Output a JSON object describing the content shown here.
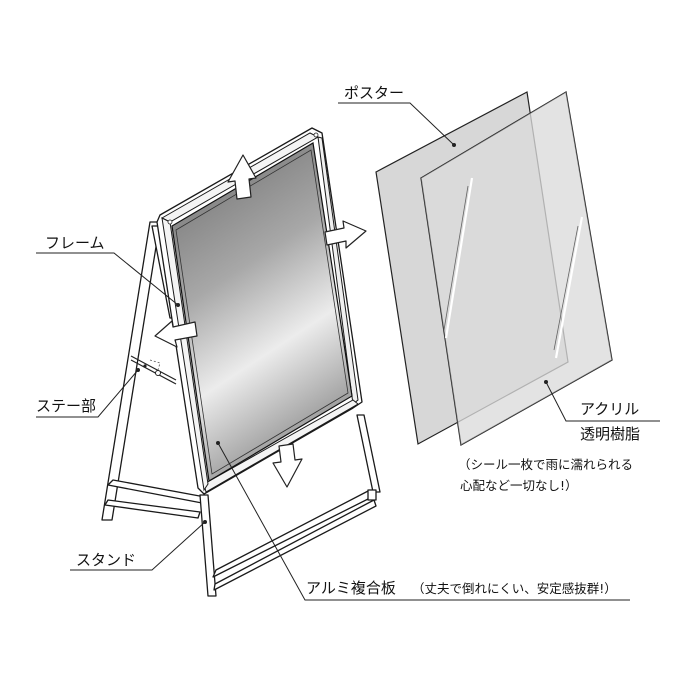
{
  "labels": {
    "poster": "ポスター",
    "frame": "フレーム",
    "stay": "ステー部",
    "stand": "スタンド",
    "acrylic_line1": "アクリル",
    "acrylic_line2": "透明樹脂",
    "acrylic_note_line1": "（シール一枚で雨に濡れられる",
    "acrylic_note_line2": "心配など一切なし!）",
    "panel": "アルミ複合板",
    "panel_note": "（丈夫で倒れにくい、安定感抜群!）"
  },
  "colors": {
    "poster_fill": "#d9d9d9",
    "frame_stroke": "#1a1a1a",
    "panel_dark": "#6e6e6e",
    "panel_light": "#e6e6e6",
    "background": "#ffffff"
  }
}
